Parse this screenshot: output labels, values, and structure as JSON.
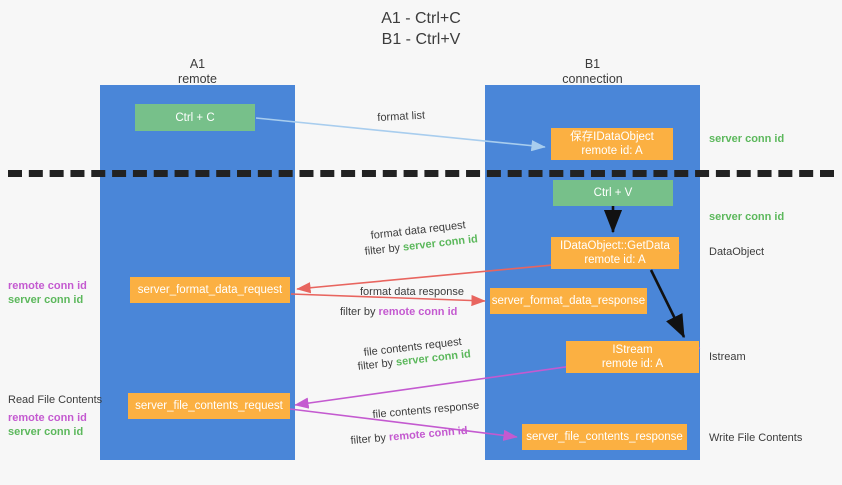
{
  "title": {
    "line1": "A1 - Ctrl+C",
    "line2": "B1 - Ctrl+V"
  },
  "lanes": [
    {
      "id": "a1",
      "name": "A1",
      "role": "remote",
      "color": "#4a86d8"
    },
    {
      "id": "b1",
      "name": "B1",
      "role": "connection",
      "color": "#4a86d8"
    }
  ],
  "nodes": {
    "ctrl_c": {
      "line1": "Ctrl + C",
      "color": "#77c08a"
    },
    "idataobject": {
      "line1": "保存IDataObject",
      "line2": "remote id: A",
      "color": "#fbb042"
    },
    "ctrl_v": {
      "line1": "Ctrl + V",
      "color": "#77c08a"
    },
    "getdata": {
      "line1": "IDataObject::GetData",
      "line2": "remote id: A",
      "color": "#fbb042"
    },
    "format_data_request": {
      "line1": "server_format_data_request",
      "color": "#fbb042"
    },
    "format_data_response": {
      "line1": "server_format_data_response",
      "color": "#fbb042"
    },
    "istream": {
      "line1": "IStream",
      "line2": "remote id: A",
      "color": "#fbb042"
    },
    "file_contents_request": {
      "line1": "server_file_contents_request",
      "color": "#fbb042"
    },
    "file_contents_response": {
      "line1": "server_file_contents_response",
      "color": "#fbb042"
    }
  },
  "edge_labels": {
    "format_list": "format list",
    "format_data_request": "format data request",
    "format_data_request_filter_prefix": "filter by ",
    "format_data_request_filter_value": "server conn id",
    "format_data_response": "format data response",
    "format_data_response_filter_prefix": "filter by ",
    "format_data_response_filter_value": "remote conn id",
    "file_contents_request": "file contents request",
    "file_contents_request_filter_prefix": "filter by ",
    "file_contents_request_filter_value": "server conn id",
    "file_contents_response": "file contents response",
    "file_contents_response_filter_prefix": "filter by ",
    "file_contents_response_filter_value": "remote conn id"
  },
  "side_labels": {
    "left_remote_conn_id": "remote conn id",
    "left_server_conn_id": "server conn id",
    "read_file_contents": "Read File Contents",
    "left2_remote_conn_id": "remote conn id",
    "left2_server_conn_id": "server conn id",
    "right_server_conn_id_1": "server conn id",
    "right_server_conn_id_2": "server conn id",
    "data_object": "DataObject",
    "istream": "Istream",
    "write_file_contents": "Write File Contents"
  },
  "colors": {
    "lane": "#4a86d8",
    "orange": "#fbb042",
    "green_node": "#77c08a",
    "green_text": "#5cb85c",
    "purple_text": "#c45ad0",
    "arrow_blue": "#a8cdee",
    "arrow_red": "#e8655f",
    "arrow_purple": "#c45ad0",
    "arrow_black": "#111111",
    "divider": "#222222",
    "background": "#f7f7f7"
  }
}
